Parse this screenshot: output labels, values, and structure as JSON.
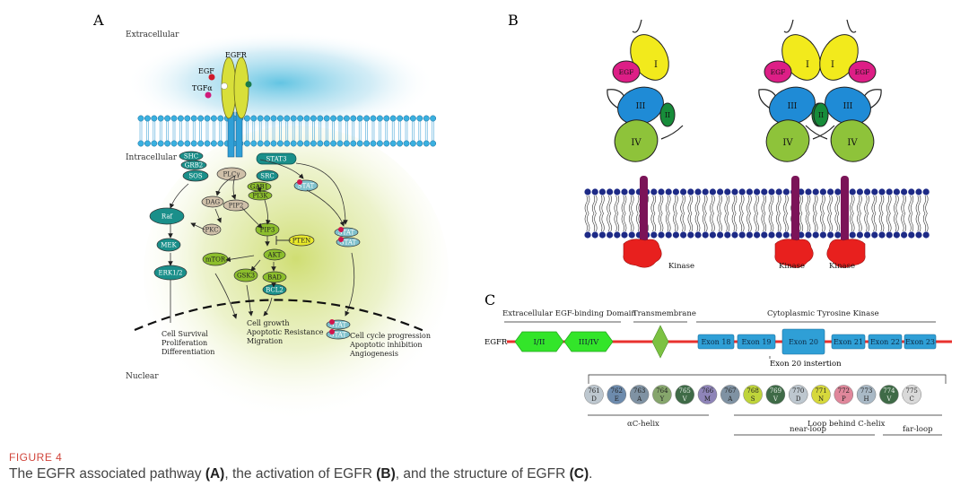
{
  "panelA": {
    "label": "A",
    "regions": {
      "extracellular": "Extracellular",
      "intracellular": "Intracellular",
      "nuclear": "Nuclear"
    },
    "receptor": "EGFR",
    "ligands": [
      "EGF",
      "TGFα"
    ],
    "nodes": {
      "shc": "SHC",
      "grb2": "GRB2",
      "sos": "SOS",
      "raf": "Raf",
      "mek": "MEK",
      "erk": "ERK1/2",
      "plc": "PLCγ",
      "dag": "DAG",
      "pkc": "PKC",
      "pip2": "PIP2",
      "src1": "SRC",
      "gab1": "GAB1",
      "pi3k": "PI3K",
      "pip3": "PIP3",
      "pten": "PTEN",
      "akt": "AKT",
      "mtor": "mTOR",
      "gsk3": "GSK3",
      "bad": "BAD",
      "bcl2": "BCL2",
      "stat3": "STAT3",
      "stat_a": "STAT",
      "stat_b": "STAT",
      "stat_c": "STAT",
      "stat_d": "STAT",
      "stat_e": "STAT"
    },
    "outcomes": {
      "left": [
        "Cell Survival",
        "Proliferation",
        "Differentiation"
      ],
      "middle": [
        "Cell growth",
        "Apoptotic Resistance",
        "Migration"
      ],
      "right": [
        "Cell cycle progression",
        "Apoptotic inhibition",
        "Angiogenesis"
      ]
    }
  },
  "panelB": {
    "label": "B",
    "domains": [
      "I",
      "II",
      "III",
      "IV"
    ],
    "ligand": "EGF",
    "kinase": "Kinase"
  },
  "panelC": {
    "label": "C",
    "regions": [
      "Extracellular EGF-binding Domain",
      "Transmembrane",
      "Cytoplasmic Tyrosine Kinase"
    ],
    "gene": "EGFR",
    "domains": [
      "I/II",
      "III/IV"
    ],
    "exons": [
      "Exon 18",
      "Exon 19",
      "Exon 20",
      "Exon 21",
      "Exon 22",
      "Exon 23"
    ],
    "insertion_label": "Exon 20 instertion",
    "residues": [
      {
        "num": "761",
        "aa": "D",
        "color": "#bdc7cf"
      },
      {
        "num": "762",
        "aa": "E",
        "color": "#6d8bad"
      },
      {
        "num": "763",
        "aa": "A",
        "color": "#7f92a3"
      },
      {
        "num": "764",
        "aa": "Y",
        "color": "#86a66c"
      },
      {
        "num": "765",
        "aa": "V",
        "color": "#3f6b47"
      },
      {
        "num": "766",
        "aa": "M",
        "color": "#8e84b8"
      },
      {
        "num": "767",
        "aa": "A",
        "color": "#7f92a3"
      },
      {
        "num": "768",
        "aa": "S",
        "color": "#bfd43a"
      },
      {
        "num": "769",
        "aa": "V",
        "color": "#3f6b47"
      },
      {
        "num": "770",
        "aa": "D",
        "color": "#bdc7cf"
      },
      {
        "num": "771",
        "aa": "N",
        "color": "#d6d83b"
      },
      {
        "num": "772",
        "aa": "P",
        "color": "#e0879b"
      },
      {
        "num": "773",
        "aa": "H",
        "color": "#a9b9c6"
      },
      {
        "num": "774",
        "aa": "V",
        "color": "#3f6b47"
      },
      {
        "num": "775",
        "aa": "C",
        "color": "#d9d9d9"
      }
    ],
    "bottom_labels": {
      "ac_helix": "αC-helix",
      "loop": "Loop behind C-helix",
      "near": "near-loop",
      "far": "far-loop"
    }
  },
  "caption": {
    "label": "FIGURE 4",
    "part1": "The EGFR associated pathway ",
    "a": "(A)",
    "part2": ", the activation of EGFR ",
    "b": "(B)",
    "part3": ", and the structure of EGFR ",
    "c": "(C)",
    "part4": "."
  },
  "colors": {
    "exon": "#2f9fd6",
    "domain": "#33e52a",
    "transmembrane": "#7cc242",
    "line": "#e8312e",
    "teal": "#1a8f8a",
    "green": "#8cbe2c",
    "tan": "#cfc0a9",
    "yellow": "#e8e82a",
    "magenta": "#dd1e86",
    "blue": "#2f93d6",
    "purple": "#7b1458",
    "kinase": "#e8201e",
    "lipid_head": "#1d2a86"
  }
}
